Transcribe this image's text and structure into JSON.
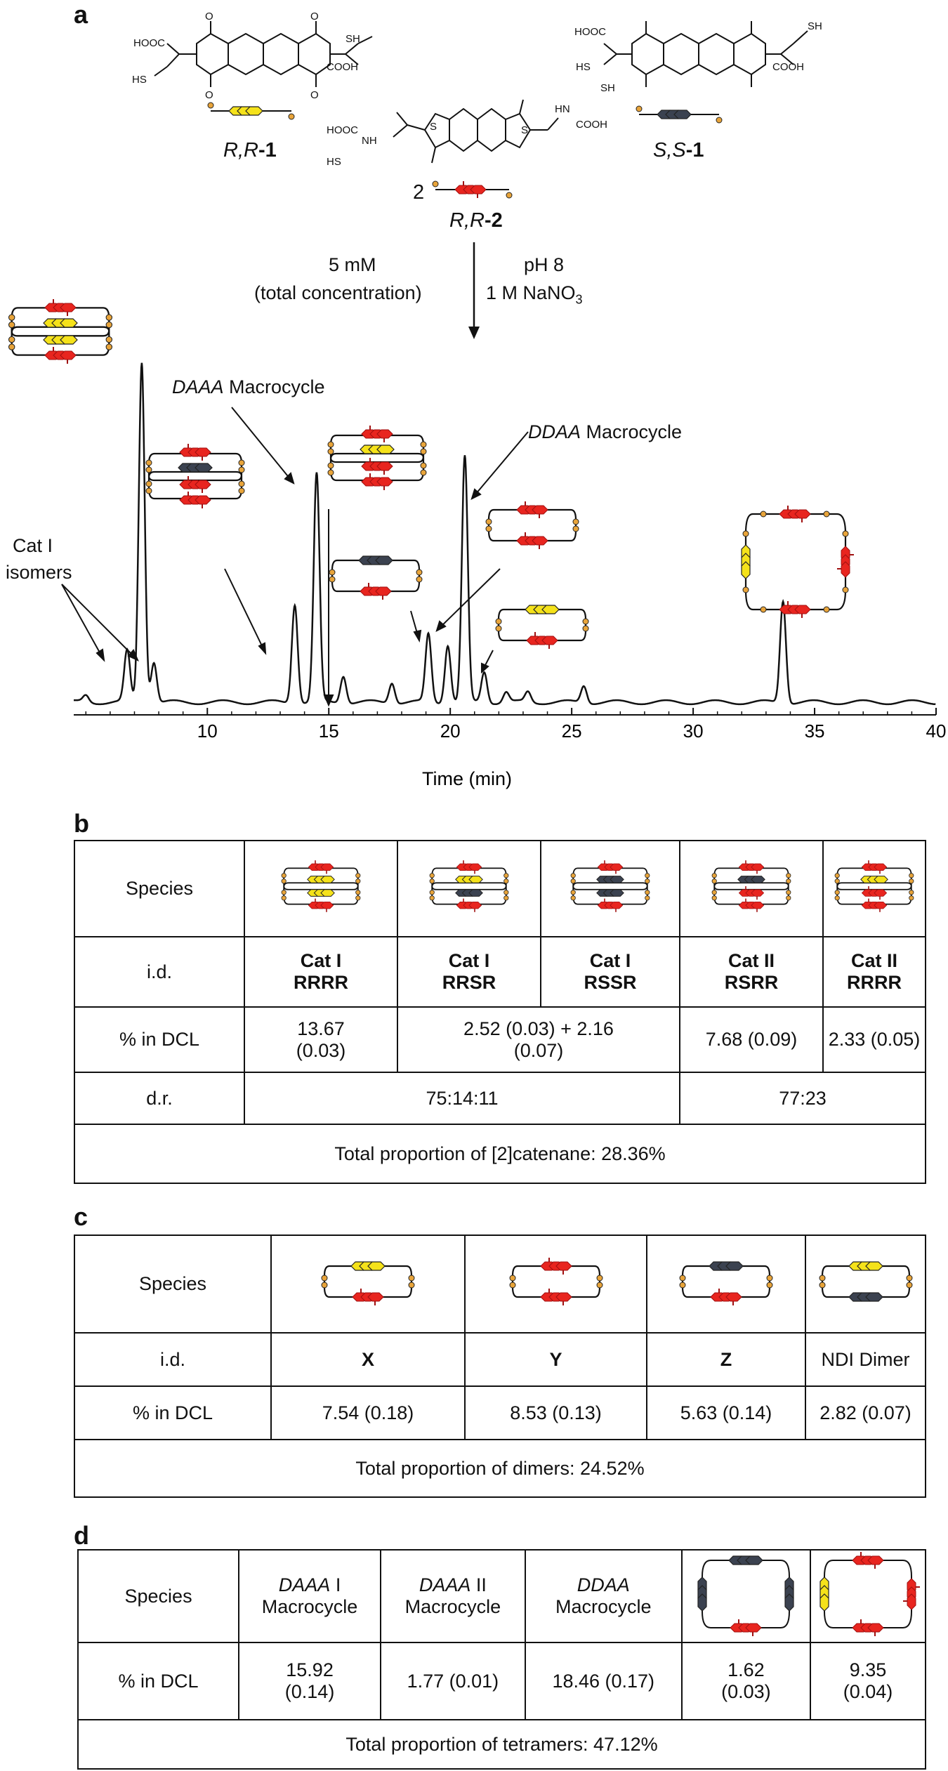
{
  "panel_a": {
    "letter": "a",
    "molecules": {
      "rr1": {
        "prefix": "R,R",
        "suffix": "-1"
      },
      "ss1": {
        "prefix": "S,S",
        "suffix": "-1"
      },
      "rr2": {
        "prefix": "R,R",
        "suffix": "-2"
      },
      "coefficient": "2"
    },
    "conditions_left_line1": "5 mM",
    "conditions_left_line2": "(total concentration)",
    "conditions_right_line1": "pH 8",
    "conditions_right_line2": "1 M NaNO",
    "conditions_right_sub": "3",
    "atoms": {
      "cooh": "COOH",
      "hooc": "HOOC",
      "sh": "SH",
      "hs": "HS",
      "o": "O",
      "n": "N",
      "s": "S",
      "h": "H",
      "hn": "HN",
      "nh": "NH"
    },
    "labels": {
      "daaa_italic": "DAAA",
      "daaa_rest": " Macrocycle",
      "ddaa_italic": "DDAA",
      "ddaa_rest": " Macrocycle",
      "cat1_line1": "Cat I",
      "cat1_line2": "isomers"
    }
  },
  "chart_data": {
    "type": "line",
    "title": "",
    "xlabel": "Time (min)",
    "ylabel": "",
    "xlim": [
      4.5,
      40
    ],
    "xticks": [
      10,
      15,
      20,
      25,
      30,
      35,
      40
    ],
    "grid": false,
    "peaks": [
      {
        "x": 5.0,
        "h": 0.02
      },
      {
        "x": 6.7,
        "h": 0.15
      },
      {
        "x": 7.3,
        "h": 1.0
      },
      {
        "x": 7.8,
        "h": 0.12
      },
      {
        "x": 13.6,
        "h": 0.29
      },
      {
        "x": 14.5,
        "h": 0.67
      },
      {
        "x": 15.6,
        "h": 0.08
      },
      {
        "x": 17.6,
        "h": 0.06
      },
      {
        "x": 19.1,
        "h": 0.2
      },
      {
        "x": 19.9,
        "h": 0.17
      },
      {
        "x": 20.6,
        "h": 0.72
      },
      {
        "x": 21.4,
        "h": 0.09
      },
      {
        "x": 22.3,
        "h": 0.03
      },
      {
        "x": 23.2,
        "h": 0.03
      },
      {
        "x": 25.5,
        "h": 0.05
      },
      {
        "x": 33.7,
        "h": 0.3
      }
    ]
  },
  "panel_b": {
    "letter": "b",
    "row_species": "Species",
    "row_id": "i.d.",
    "row_pct": "% in DCL",
    "row_dr": "d.r.",
    "ids": [
      [
        "Cat I",
        "RRRR"
      ],
      [
        "Cat I",
        "RRSR"
      ],
      [
        "Cat I",
        "RSSR"
      ],
      [
        "Cat II",
        "RSRR"
      ],
      [
        "Cat II",
        "RRRR"
      ]
    ],
    "pct": [
      "13.67",
      "(0.03)",
      "2.52 (0.03) + 2.16",
      "(0.07)",
      "7.68 (0.09)",
      "2.33 (0.05)"
    ],
    "dr": [
      "75:14:11",
      "77:23"
    ],
    "total": "Total proportion of [2]catenane: 28.36%"
  },
  "panel_c": {
    "letter": "c",
    "row_species": "Species",
    "row_id": "i.d.",
    "row_pct": "% in DCL",
    "ids": [
      "X",
      "Y",
      "Z",
      "NDI Dimer"
    ],
    "pct": [
      "7.54 (0.18)",
      "8.53 (0.13)",
      "5.63 (0.14)",
      "2.82 (0.07)"
    ],
    "total": "Total proportion of dimers: 24.52%"
  },
  "panel_d": {
    "letter": "d",
    "row_species": "Species",
    "row_pct": "% in DCL",
    "species": [
      {
        "italic": "DAAA",
        "rest": " I",
        "line2": "Macrocycle"
      },
      {
        "italic": "DAAA",
        "rest": " II",
        "line2": "Macrocycle"
      },
      {
        "italic": "DDAA",
        "rest": "",
        "line2": "Macrocycle"
      }
    ],
    "pct": [
      [
        "15.92",
        "(0.14)"
      ],
      [
        "1.77 (0.01)",
        ""
      ],
      [
        "18.46 (0.17)",
        ""
      ],
      [
        "1.62",
        "(0.03)"
      ],
      [
        "9.35",
        "(0.04)"
      ]
    ],
    "total": "Total proportion of tetramers: 47.12%"
  },
  "colors": {
    "ndi_yellow": "#f5e21a",
    "ndi_gray": "#3b4250",
    "dtt_red": "#e8251f",
    "sulfur": "#e8a43a",
    "line": "#111111"
  }
}
